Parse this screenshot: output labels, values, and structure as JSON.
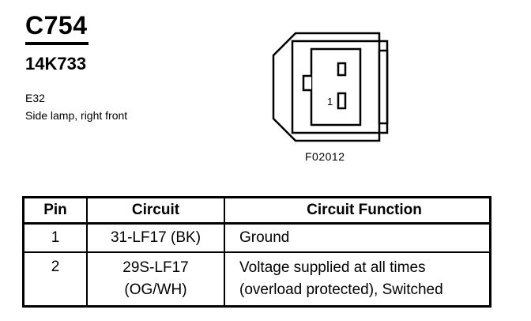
{
  "header": {
    "connector_code": "C754",
    "part_number": "14K733",
    "location_code": "E32",
    "description": "Side lamp, right front"
  },
  "figure": {
    "id": "F02012",
    "pin_label": "1"
  },
  "table": {
    "headers": {
      "pin": "Pin",
      "circuit": "Circuit",
      "function": "Circuit Function"
    },
    "rows": [
      {
        "pin": "1",
        "circuit_line1": "31-LF17 (BK)",
        "circuit_line2": "",
        "function_line1": "Ground",
        "function_line2": ""
      },
      {
        "pin": "2",
        "circuit_line1": "29S-LF17",
        "circuit_line2": "(OG/WH)",
        "function_line1": "Voltage supplied at all times",
        "function_line2": "(overload protected), Switched"
      }
    ]
  }
}
